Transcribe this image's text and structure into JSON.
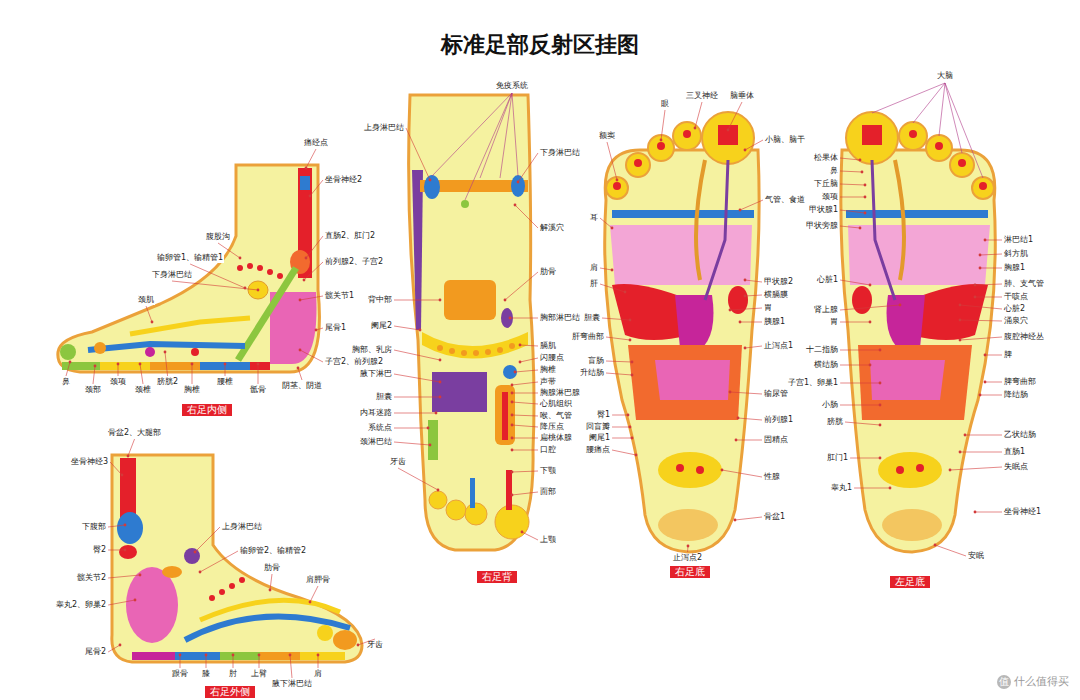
{
  "diagram": {
    "title": "标准足部反射区挂图",
    "nodes": [
      {
        "text": [
          "右足内侧"
        ]
      },
      {
        "text": [
          "右足背"
        ]
      },
      {
        "text": [
          "右足底"
        ]
      },
      {
        "text": [
          "左足底"
        ]
      },
      {
        "text": [
          "右足外侧"
        ]
      }
    ],
    "labels": [
      "痛经点",
      "坐骨神经2",
      "腹股沟",
      "直肠2、肛门2",
      "输卵管1、输精管1",
      "前列腺2、子宫2",
      "下身淋巴结",
      "髋关节1",
      "颈肌",
      "尾骨1",
      "子宫2、前列腺2",
      "鼻",
      "颈部",
      "颈项",
      "颈椎",
      "膀胱2",
      "胸椎",
      "腰椎",
      "骶骨",
      "阴茎、阴道",
      "免疫系统",
      "上身淋巴结",
      "下身淋巴结",
      "解溪穴",
      "肋骨",
      "背中部",
      "胸部淋巴结",
      "阑尾2",
      "膈肌",
      "胸部、乳房",
      "闪腰点",
      "胸椎",
      "腋下淋巴",
      "声带",
      "胸腺淋巴腺",
      "心肌组织",
      "胆囊",
      "喉、气管",
      "内耳迷路",
      "降压点",
      "扁桃体腺",
      "系统点",
      "口腔",
      "颈淋巴结",
      "牙齿",
      "下颚",
      "面部",
      "上颚",
      "眼",
      "三叉神经",
      "脑垂体",
      "额窦",
      "小脑、脑干",
      "气管、食道",
      "耳",
      "肩",
      "甲状腺2",
      "肝",
      "横膈膜",
      "胃",
      "胆囊",
      "胰腺1",
      "肝弯曲部",
      "止泻点1",
      "盲肠",
      "升结肠",
      "输尿管",
      "臀1",
      "前列腺1",
      "回盲瓣",
      "阑尾1",
      "固精点",
      "腰痛点",
      "性腺",
      "骨盆1",
      "止泻点2",
      "大脑",
      "松果体",
      "鼻",
      "下丘脑",
      "颈项",
      "甲状腺1",
      "甲状旁腺",
      "淋巴结1",
      "斜方肌",
      "胸腺1",
      "心脏1",
      "肺、支气管",
      "干咳点",
      "心脏2",
      "肾上腺",
      "涌泉穴",
      "胃",
      "腹腔神经丛",
      "十二指肠",
      "脾",
      "横结肠",
      "脾弯曲部",
      "子宫1、卵巢1",
      "降结肠",
      "小肠",
      "膀胱",
      "乙状结肠",
      "直肠1",
      "肛门1",
      "失眠点",
      "睾丸1",
      "坐骨神经1",
      "安眠",
      "骨盆2、大腿部",
      "坐骨神经3",
      "下腹部",
      "臀2",
      "髋关节2",
      "睾丸2、卵巢2",
      "尾骨2",
      "上身淋巴结",
      "输卵管2、输精管2",
      "肋骨",
      "肩胛骨",
      "跟骨",
      "膝",
      "肘",
      "上臂",
      "腋下淋巴结",
      "肩",
      "牙齿",
      "值",
      "什么值得买"
    ]
  }
}
